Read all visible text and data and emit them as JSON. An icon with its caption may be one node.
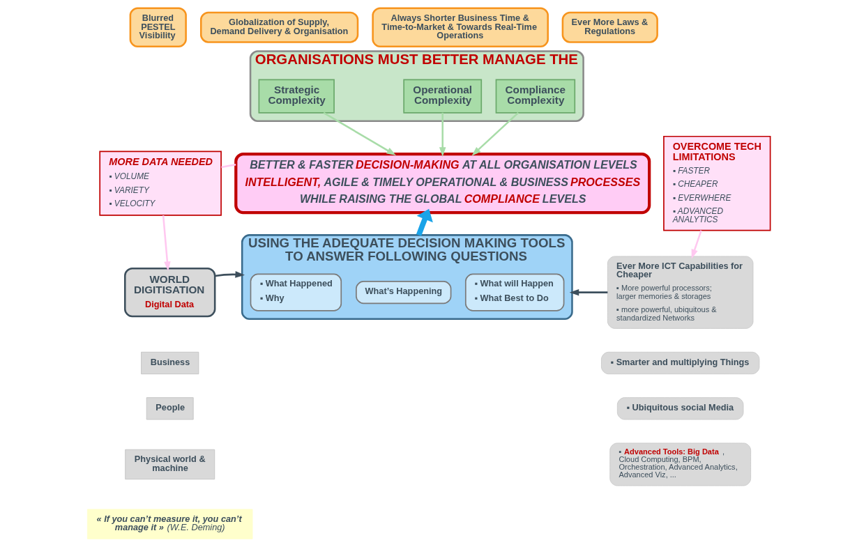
{
  "diagram": {
    "nodes": [
      {
        "text": [
          "Blurred PESTEL Visibility"
        ]
      },
      {
        "text": [
          "Globalization of Supply, Demand Delivery & Organisation"
        ]
      },
      {
        "text": [
          "Always Shorter Business Time & Time-to-Market & Towards Real-Time Operations"
        ]
      },
      {
        "text": [
          "Ever More Laws & Regulations"
        ]
      },
      {
        "text": [
          "ORGANISATIONS MUST BETTER MANAGE THE"
        ]
      },
      {
        "text": [
          "Strategic Complexity"
        ],
        "in": 4
      },
      {
        "text": [
          "Operational Complexity"
        ],
        "in": 4
      },
      {
        "text": [
          "Compliance Complexity"
        ],
        "in": 4
      },
      {
        "text": [
          "BETTER & FASTER **DECISION-MAKING** AT ALL ORGANISATION LEVELS",
          "**INTELLIGENT,** AGILE & TIMELY OPERATIONAL & BUSINESS **PROCESSES**",
          "WHILE RAISING THE GLOBAL **COMPLIANCE** LEVELS"
        ]
      },
      {
        "text": [
          "MORE DATA NEEDED",
          "▪ VOLUME",
          "▪ VARIETY",
          "▪ VELOCITY"
        ]
      },
      {
        "text": [
          "OVERCOME TECH LIMITATIONS",
          "▪ FASTER",
          "▪ CHEAPER",
          "▪ EVERWHERE",
          "▪ ADVANCED ANALYTICS"
        ]
      },
      {
        "text": [
          "WORLD DIGITISATION",
          "Digital Data"
        ]
      },
      {
        "text": [
          "Business"
        ]
      },
      {
        "text": [
          "People"
        ]
      },
      {
        "text": [
          "Physical world & machine"
        ]
      },
      {
        "text": [
          "USING THE ADEQUATE DECISION MAKING TOOLS TO ANSWER FOLLOWING QUESTIONS"
        ]
      },
      {
        "text": [
          "▪ What Happened",
          "▪ Why"
        ],
        "in": 15
      },
      {
        "text": [
          "What’s Happening"
        ],
        "in": 15
      },
      {
        "text": [
          "▪ What will Happen",
          "▪ What Best to Do"
        ],
        "in": 15
      },
      {
        "text": [
          "Ever More ICT Capabilities for Cheaper",
          "▪ More powerful processors; larger memories & storages",
          "▪ more powerful, ubiquitous & standardized Networks"
        ]
      },
      {
        "text": [
          "▪ Smarter and multiplying Things"
        ]
      },
      {
        "text": [
          "▪ Ubiquitous social Media"
        ]
      },
      {
        "text": [
          "▪ **Advanced Tools: Big Data**, Cloud Computing, BPM, Orchestration, Advanced Analytics, Advanced Viz, ..."
        ]
      },
      {
        "text": [
          "**« If you can’t measure it, you can’t manage it »** (W.E. Deming)"
        ]
      }
    ],
    "edges": [
      {
        "from": 5,
        "to": 8,
        "arrow": "to",
        "color": "#a8dca8"
      },
      {
        "from": 6,
        "to": 8,
        "arrow": "to",
        "color": "#a8dca8"
      },
      {
        "from": 7,
        "to": 8,
        "arrow": "to",
        "color": "#a8dca8"
      },
      {
        "from": 9,
        "to": 8,
        "arrow": "none",
        "color": "#ffc8f0"
      },
      {
        "from": 9,
        "to": 11,
        "arrow": "to",
        "color": "#ffc8f0"
      },
      {
        "from": 10,
        "to": 19,
        "arrow": "to",
        "color": "#ffc8f0"
      },
      {
        "from": 11,
        "to": 15,
        "arrow": "to",
        "color": "#3d4f5c"
      },
      {
        "from": 19,
        "to": 15,
        "arrow": "to",
        "color": "#3d4f5c"
      },
      {
        "from": 15,
        "to": 8,
        "arrow": "to",
        "style": "thick",
        "color": "#1aa3e8"
      }
    ]
  }
}
